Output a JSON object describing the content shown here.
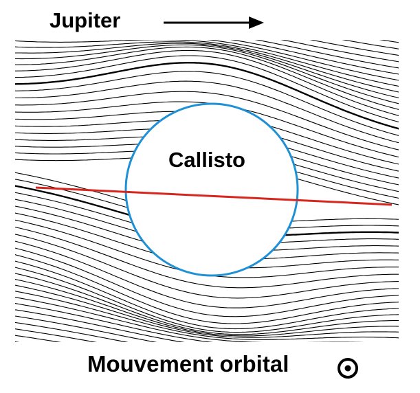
{
  "labels": {
    "planet": "Jupiter",
    "moon": "Callisto",
    "orbital_motion": "Mouvement orbital"
  },
  "icons": {
    "direction_arrow": "arrow-right-icon",
    "out_of_plane": "circled-dot-icon"
  },
  "colors": {
    "field_lines": "#000000",
    "moon_outline": "#1e90d6",
    "cut_line": "#d7261e",
    "text": "#000000"
  }
}
